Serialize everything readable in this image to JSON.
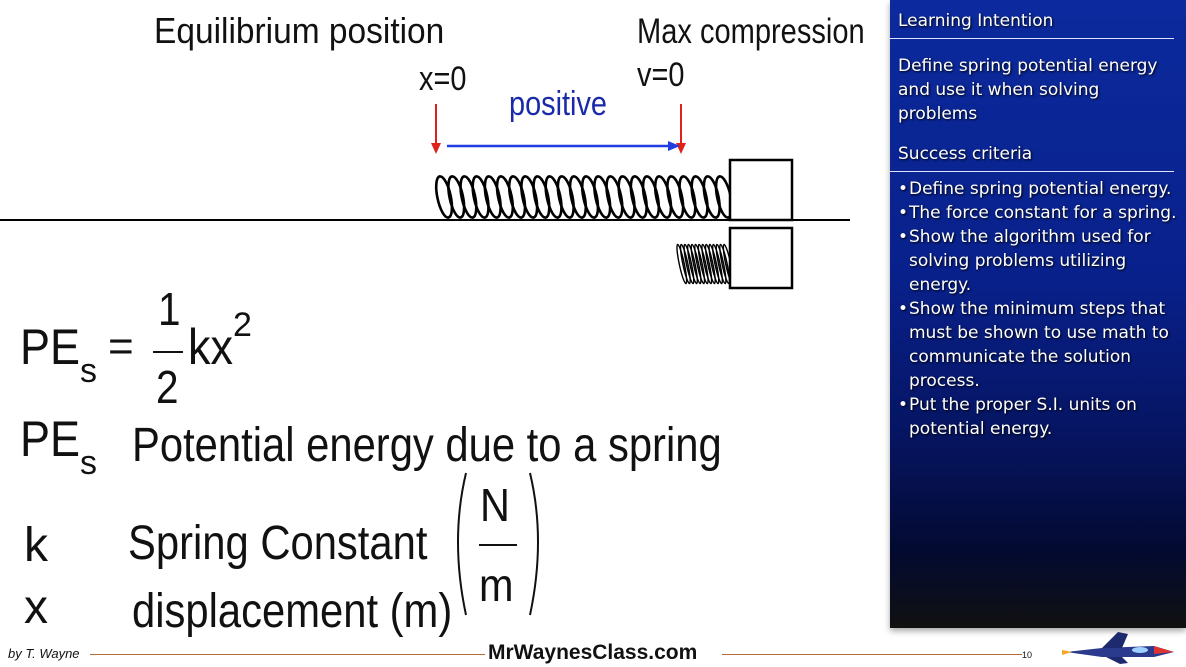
{
  "diagram": {
    "equilibrium_label": "Equilibrium position",
    "x_zero_label": "x=0",
    "positive_label": "positive",
    "max_compression_label": "Max compression",
    "v_zero_label": "v=0"
  },
  "equation": {
    "lhs": "PE",
    "lhs_sub": "s",
    "equals": "=",
    "numerator": "1",
    "denominator": "2",
    "rhs": "kx",
    "exponent": "2"
  },
  "definitions": {
    "pe_symbol": "PE",
    "pe_sub": "s",
    "pe_text": "Potential energy due to a spring",
    "k_symbol": "k",
    "k_text": "Spring Constant",
    "unit_num": "N",
    "unit_den": "m",
    "x_symbol": "x",
    "x_text": "displacement (m)"
  },
  "panel": {
    "learning_title": "Learning Intention",
    "learning_text": "Define spring potential energy and use it when solving problems",
    "success_title": "Success criteria",
    "criteria": [
      "Define spring potential energy.",
      "The force constant for a spring.",
      "Show the algorithm used for solving problems utilizing energy.",
      "Show the minimum steps that must be shown to use math to communicate the solution process.",
      "Put the proper S.I. units on potential energy."
    ]
  },
  "footer": {
    "author": "by T. Wayne",
    "site": "MrWaynesClass.com",
    "page_number": "10"
  },
  "colors": {
    "arrow_red": "#e0201b",
    "arrow_blue": "#1f3de0",
    "positive_text": "#1a2aa8",
    "panel_blue": "#0a2390"
  },
  "icons": {
    "footer_logo": "rocket-jet-icon"
  }
}
